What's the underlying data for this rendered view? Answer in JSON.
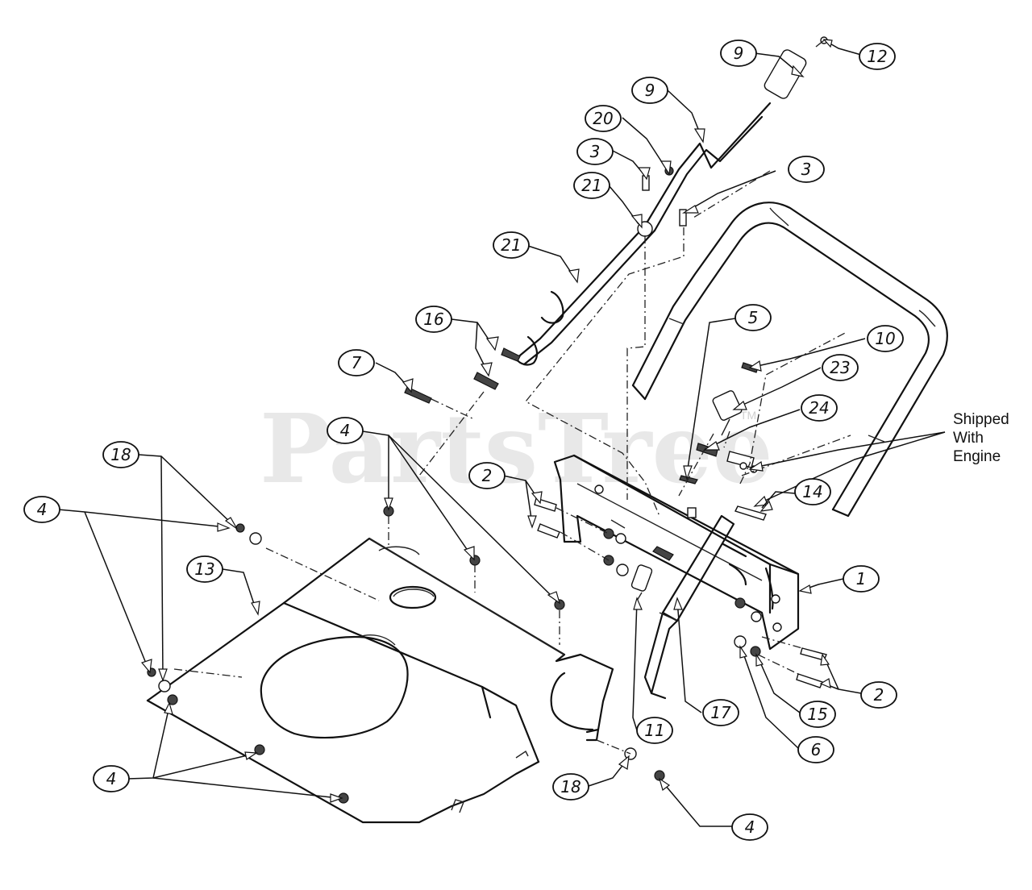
{
  "diagram": {
    "watermark": "PartsTree",
    "watermark_tm": "TM",
    "note": {
      "lines": [
        "Shipped",
        "With",
        "Engine"
      ]
    },
    "callouts": [
      {
        "id": "c-9a",
        "label": "9"
      },
      {
        "id": "c-12",
        "label": "12"
      },
      {
        "id": "c-9b",
        "label": "9"
      },
      {
        "id": "c-20",
        "label": "20"
      },
      {
        "id": "c-3a",
        "label": "3"
      },
      {
        "id": "c-3b",
        "label": "3"
      },
      {
        "id": "c-21a",
        "label": "21"
      },
      {
        "id": "c-21b",
        "label": "21"
      },
      {
        "id": "c-16",
        "label": "16"
      },
      {
        "id": "c-7",
        "label": "7"
      },
      {
        "id": "c-5",
        "label": "5"
      },
      {
        "id": "c-10",
        "label": "10"
      },
      {
        "id": "c-23",
        "label": "23"
      },
      {
        "id": "c-24",
        "label": "24"
      },
      {
        "id": "c-4a",
        "label": "4"
      },
      {
        "id": "c-18a",
        "label": "18"
      },
      {
        "id": "c-4b",
        "label": "4"
      },
      {
        "id": "c-13",
        "label": "13"
      },
      {
        "id": "c-2a",
        "label": "2"
      },
      {
        "id": "c-14",
        "label": "14"
      },
      {
        "id": "c-1",
        "label": "1"
      },
      {
        "id": "c-2b",
        "label": "2"
      },
      {
        "id": "c-15",
        "label": "15"
      },
      {
        "id": "c-6",
        "label": "6"
      },
      {
        "id": "c-17",
        "label": "17"
      },
      {
        "id": "c-11",
        "label": "11"
      },
      {
        "id": "c-18b",
        "label": "18"
      },
      {
        "id": "c-4c",
        "label": "4"
      },
      {
        "id": "c-4d",
        "label": "4"
      }
    ]
  }
}
